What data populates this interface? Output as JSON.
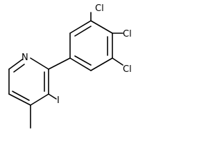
{
  "molecule": {
    "atoms": {
      "nitrogen": "N",
      "iodine": "I",
      "chlorine_top": "Cl",
      "chlorine_right": "Cl",
      "chlorine_bottom": "Cl"
    }
  }
}
